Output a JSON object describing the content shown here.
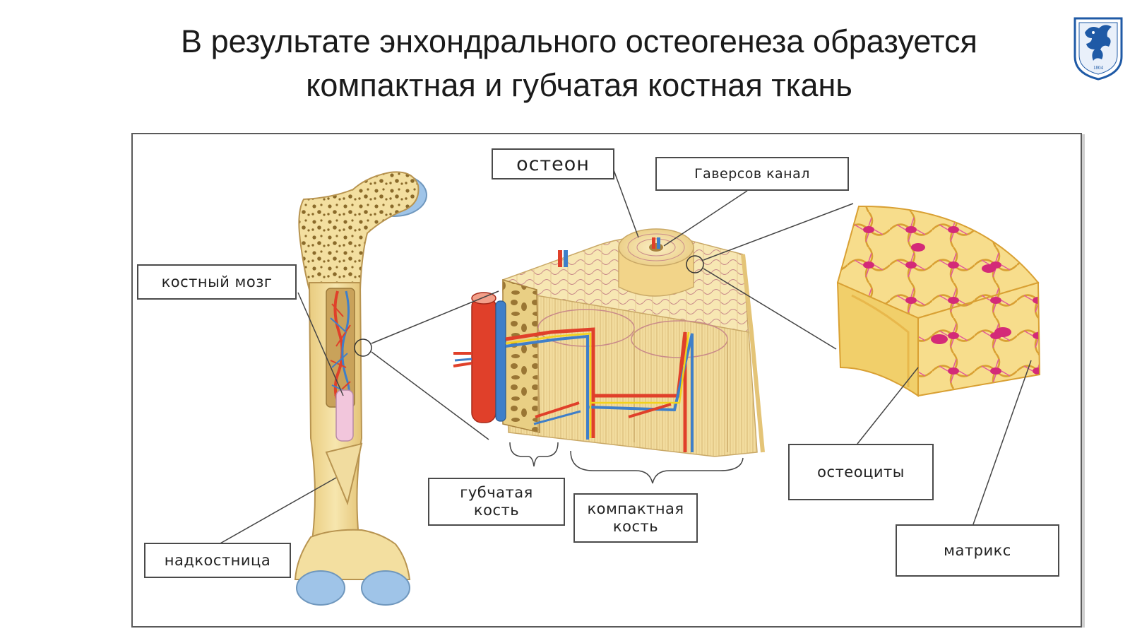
{
  "slide": {
    "title_line1": "В результате энхондрального остеогенеза образуется",
    "title_line2": "компактная и губчатая костная ткань"
  },
  "logo": {
    "icon": "university-crest-icon",
    "year": "1804",
    "color": "#1f5aa6"
  },
  "diagram": {
    "labels": {
      "osteon": "остеон",
      "haversian_canal": "Гаверсов канал",
      "bone_marrow": "костный мозг",
      "spongy_bone_line1": "губчатая",
      "spongy_bone_line2": "кость",
      "compact_bone_line1": "компактная",
      "compact_bone_line2": "кость",
      "osteocytes": "остеоциты",
      "matrix": "матрикс",
      "periosteum": "надкостница"
    },
    "colors": {
      "bone": "#f3dfa0",
      "bone_dark": "#d9b96a",
      "cartilage": "#9fc4e8",
      "artery": "#e0402a",
      "vein": "#3f7fc9",
      "nerve": "#f2d21c",
      "osteocyte": "#d42a78",
      "marrow": "#c9a25a"
    }
  }
}
